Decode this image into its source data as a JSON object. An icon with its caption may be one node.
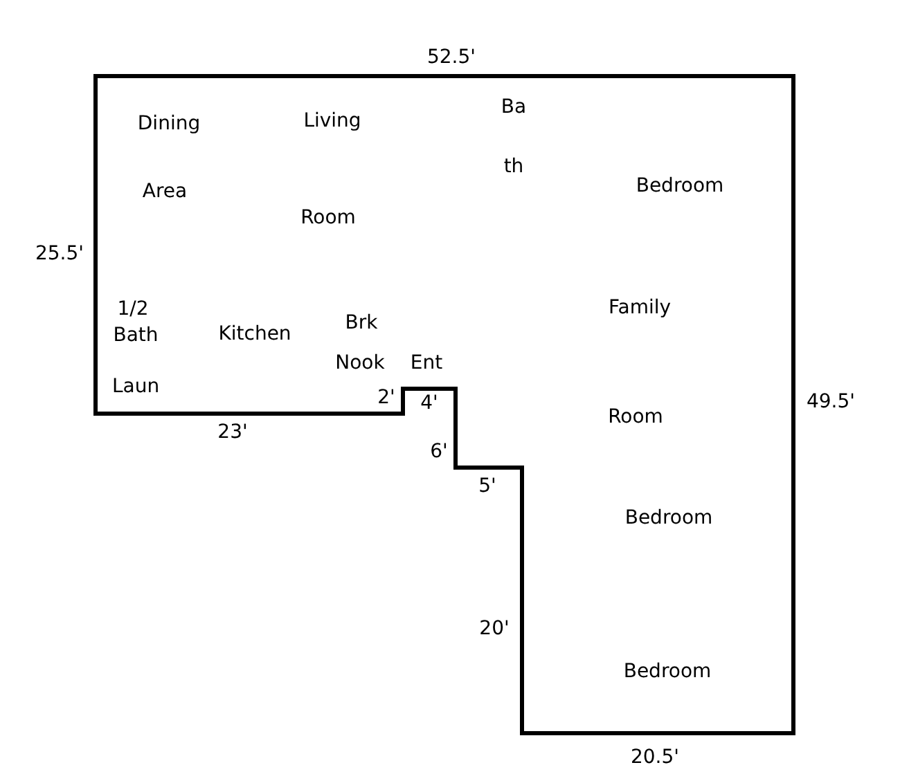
{
  "diagram": {
    "labels": [
      "52.5'",
      "Ba",
      "Dining",
      "Living",
      "th",
      "Area",
      "Bedroom",
      "Room",
      "25.5'",
      "1/2",
      "Family",
      "Brk",
      "Bath",
      "Kitchen",
      "Nook",
      "Ent",
      "Laun",
      "2'",
      "4'",
      "49.5'",
      "Room",
      "23'",
      "6'",
      "5'",
      "Bedroom",
      "20'",
      "Bedroom",
      "20.5'"
    ]
  }
}
